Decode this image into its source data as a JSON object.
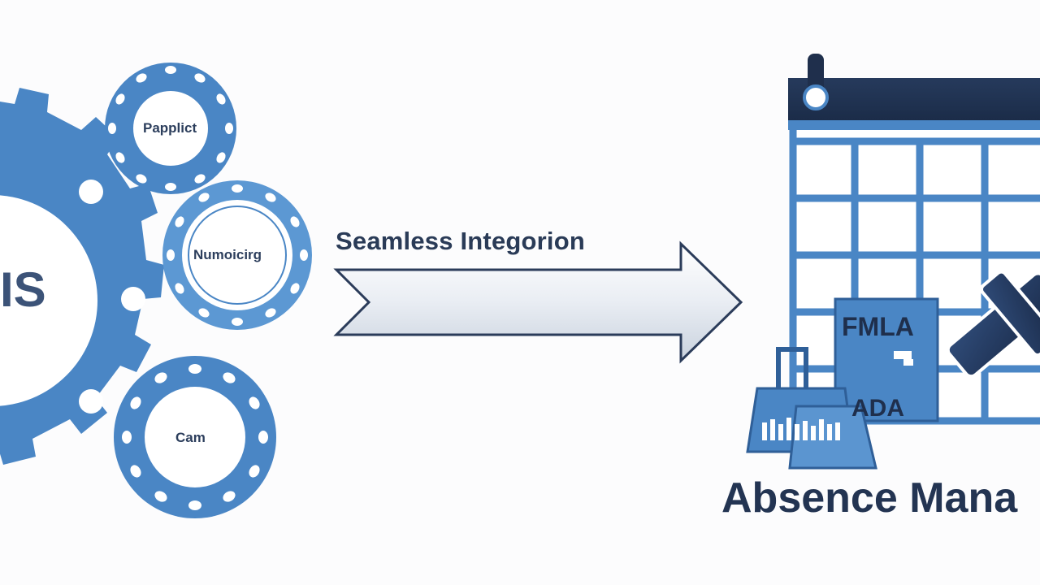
{
  "diagram": {
    "source_system": {
      "label": "IS",
      "modules": [
        {
          "label": "Papplict"
        },
        {
          "label": "Numoicirg"
        },
        {
          "label": "Cam"
        }
      ]
    },
    "connector": {
      "label": "Seamless Integorion"
    },
    "target_system": {
      "badge_top": "FMLA",
      "badge_bottom": "ADA",
      "title": "Absence Mana"
    }
  },
  "colors": {
    "primary_blue": "#4a86c5",
    "light_blue": "#6aa3db",
    "navy": "#1f2f4c",
    "arrow_fill": "#e6ebf2"
  }
}
